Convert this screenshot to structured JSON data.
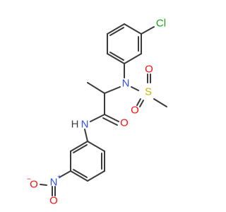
{
  "colors": {
    "bond": "#3a3a3a",
    "C": "#3a3a3a",
    "N": "#3050f8",
    "O": "#ff0d0d",
    "S": "#c8b400",
    "Cl": "#1fa01f",
    "H": "#3a3a3a"
  },
  "atoms": {
    "cl": {
      "symbol": "Cl"
    },
    "n1": {
      "symbol": "N"
    },
    "s": {
      "symbol": "S"
    },
    "o1": {
      "symbol": "O"
    },
    "o2": {
      "symbol": "O"
    },
    "n2": {
      "symbol": "N",
      "h": "H"
    },
    "o3": {
      "symbol": "O"
    },
    "n3": {
      "symbol": "N",
      "charge": "+"
    },
    "o4": {
      "symbol": "O",
      "charge": "−"
    },
    "o5": {
      "symbol": "O"
    }
  }
}
